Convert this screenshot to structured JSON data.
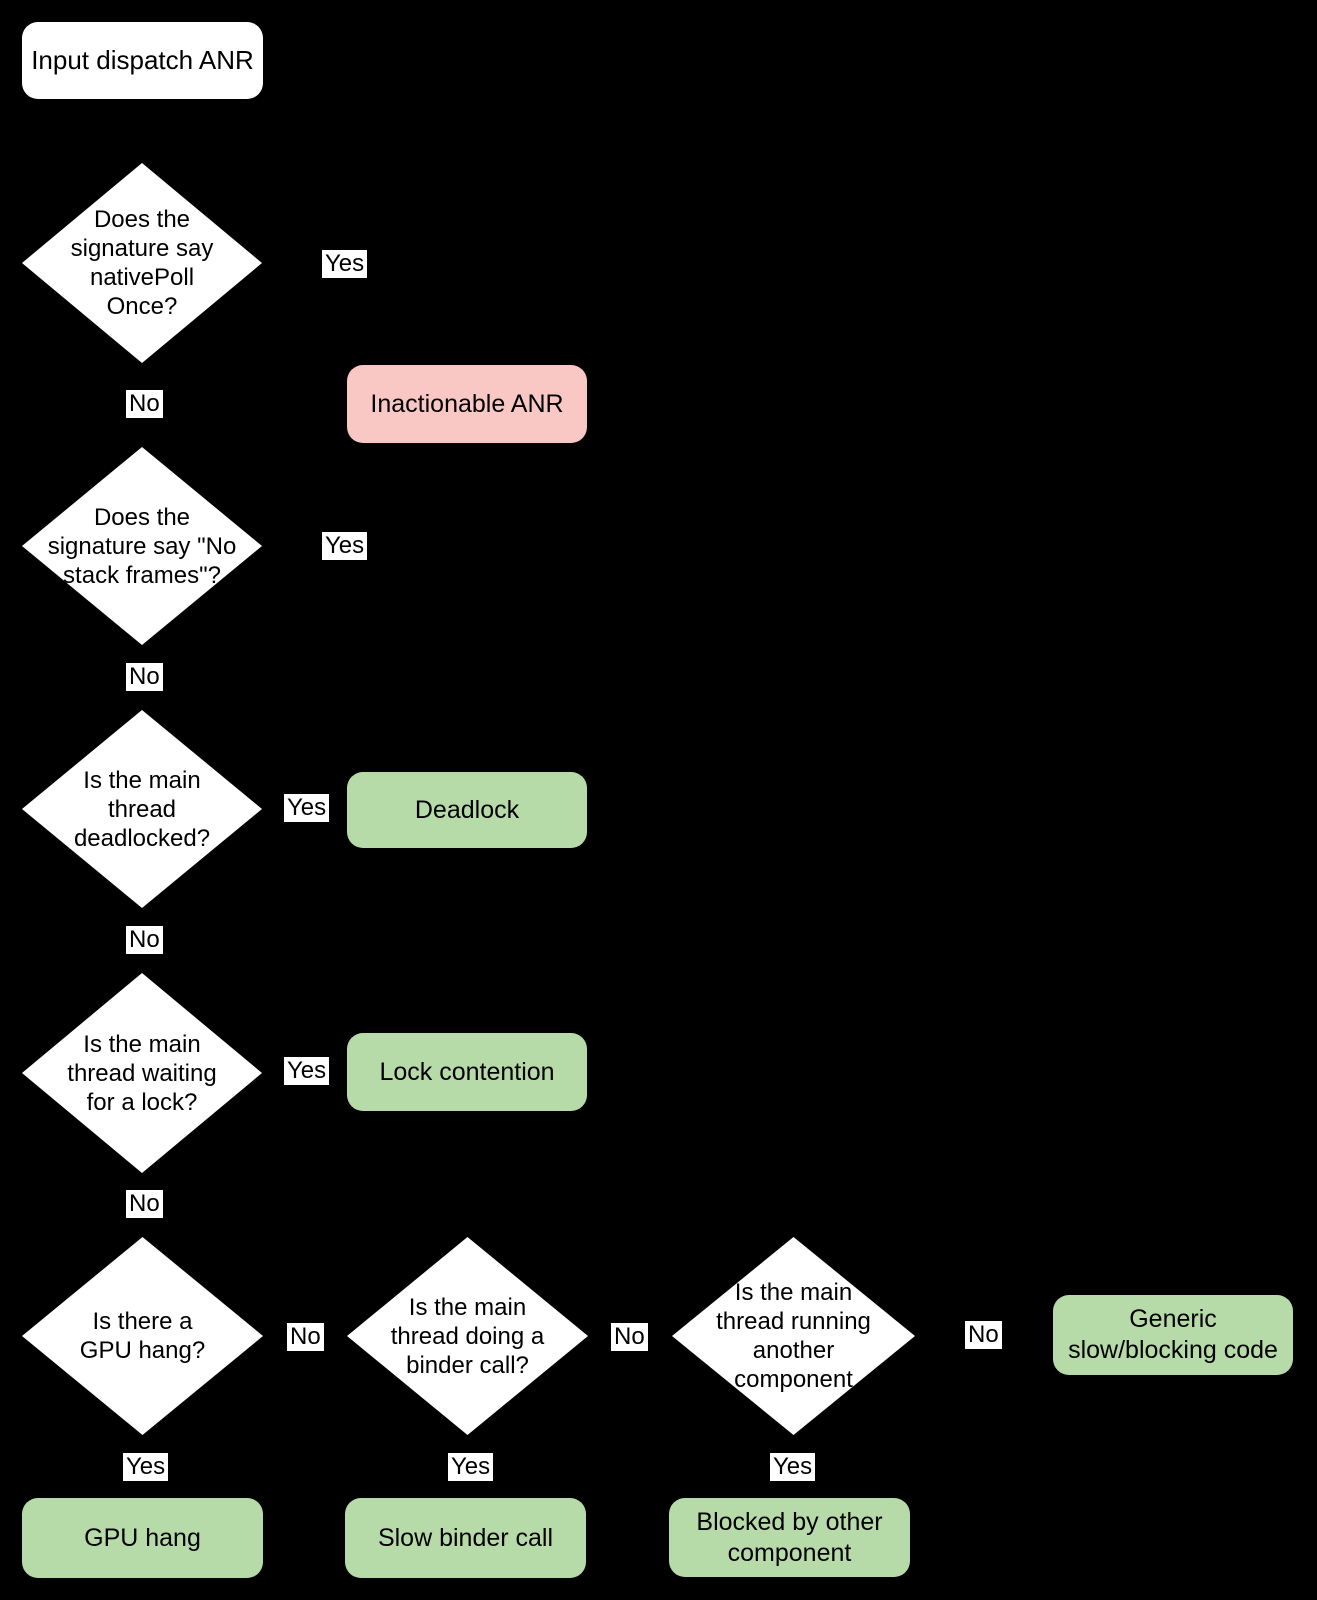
{
  "diagram": {
    "title_hint": "Input dispatch ANR triage flowchart",
    "background_color": "#000000",
    "colors": {
      "node_fill": "#ffffff",
      "result_green": "#b7dba8",
      "result_pink": "#f9c8c5",
      "text": "#000000"
    },
    "nodes": {
      "start": "Input dispatch ANR",
      "q_native_poll": "Does the\nsignature say\nnativePoll\nOnce?",
      "inactionable": "Inactionable ANR",
      "q_no_stack_frames": "Does the\nsignature say \"No\nstack frames\"?",
      "q_deadlocked": "Is the main\nthread\ndeadlocked?",
      "deadlock": "Deadlock",
      "q_waiting_lock": "Is the main\nthread waiting\nfor a lock?",
      "lock_contention": "Lock contention",
      "q_gpu_hang": "Is there a\nGPU hang?",
      "q_binder_call": "Is the main\nthread doing a\nbinder call?",
      "q_other_component": "Is the main\nthread running\nanother\ncomponent",
      "generic_slow": "Generic\nslow/blocking code",
      "gpu_hang": "GPU hang",
      "slow_binder_call": "Slow binder call",
      "blocked_by_other": "Blocked by other\ncomponent"
    },
    "edge_labels": {
      "yes": "Yes",
      "no": "No"
    }
  }
}
